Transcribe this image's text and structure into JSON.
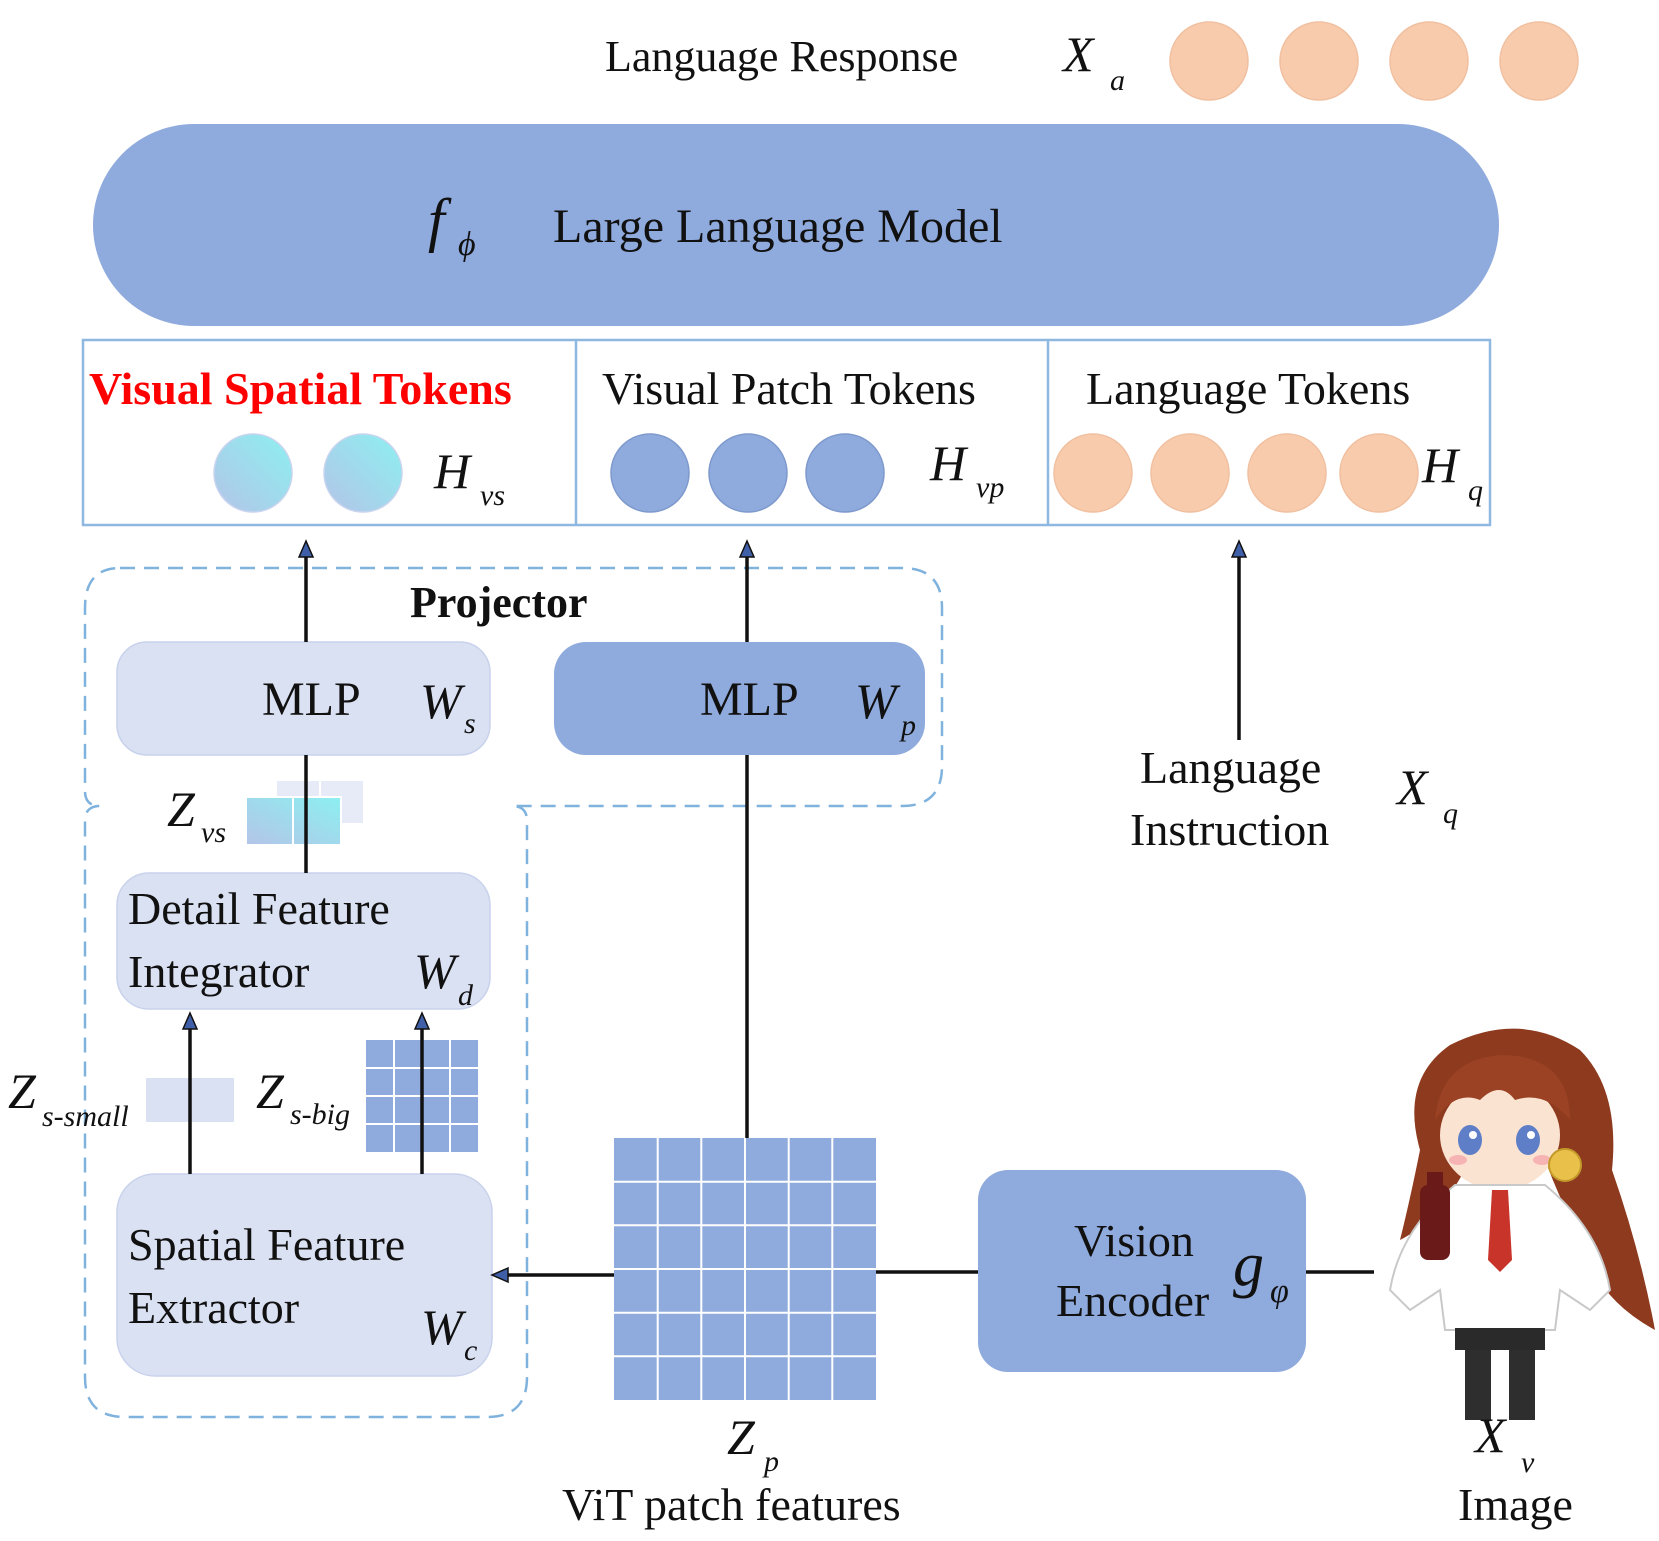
{
  "colors": {
    "llm_blue": "#8FAADC",
    "light_box": "#DAE1F2",
    "token_peach": "#F8CBAD",
    "dashed_border": "#7FB3DE",
    "grid_line": "#FFFFFF",
    "highlight_red": "#FF0000",
    "cyan_gradient_start": "#8CF0F0",
    "cyan_gradient_end": "#B4C4E8"
  },
  "top": {
    "language_response": "Language Response",
    "xa_main": "X",
    "xa_sub": "a"
  },
  "llm": {
    "label": "Large Language Model",
    "f_main": "f",
    "f_sub": "ϕ"
  },
  "tokens": {
    "spatial_title": "Visual Spatial Tokens",
    "patch_title": "Visual Patch Tokens",
    "language_title": "Language Tokens",
    "hvs_main": "H",
    "hvs_sub": "vs",
    "hvp_main": "H",
    "hvp_sub": "vp",
    "hq_main": "H",
    "hq_sub": "q"
  },
  "projector": {
    "title": "Projector",
    "mlp_s_label": "MLP",
    "ws_main": "W",
    "ws_sub": "s",
    "mlp_p_label": "MLP",
    "wp_main": "W",
    "wp_sub": "p"
  },
  "zvs": {
    "main": "Z",
    "sub": "vs"
  },
  "detail": {
    "line1": "Detail Feature",
    "line2": "Integrator",
    "w_main": "W",
    "w_sub": "d"
  },
  "z_small": {
    "main": "Z",
    "sub": "s-small"
  },
  "z_big": {
    "main": "Z",
    "sub": "s-big"
  },
  "spatial": {
    "line1": "Spatial Feature",
    "line2": "Extractor",
    "w_main": "W",
    "w_sub": "c"
  },
  "patch_features": {
    "z_main": "Z",
    "z_sub": "p",
    "caption": "ViT  patch features"
  },
  "vision_encoder": {
    "line1": "Vision",
    "line2": "Encoder",
    "g_main": "g",
    "g_sub": "φ"
  },
  "instruction": {
    "line1": "Language",
    "line2": "Instruction",
    "xq_main": "X",
    "xq_sub": "q"
  },
  "image": {
    "xv_main": "X",
    "xv_sub": "v",
    "caption": "Image"
  }
}
